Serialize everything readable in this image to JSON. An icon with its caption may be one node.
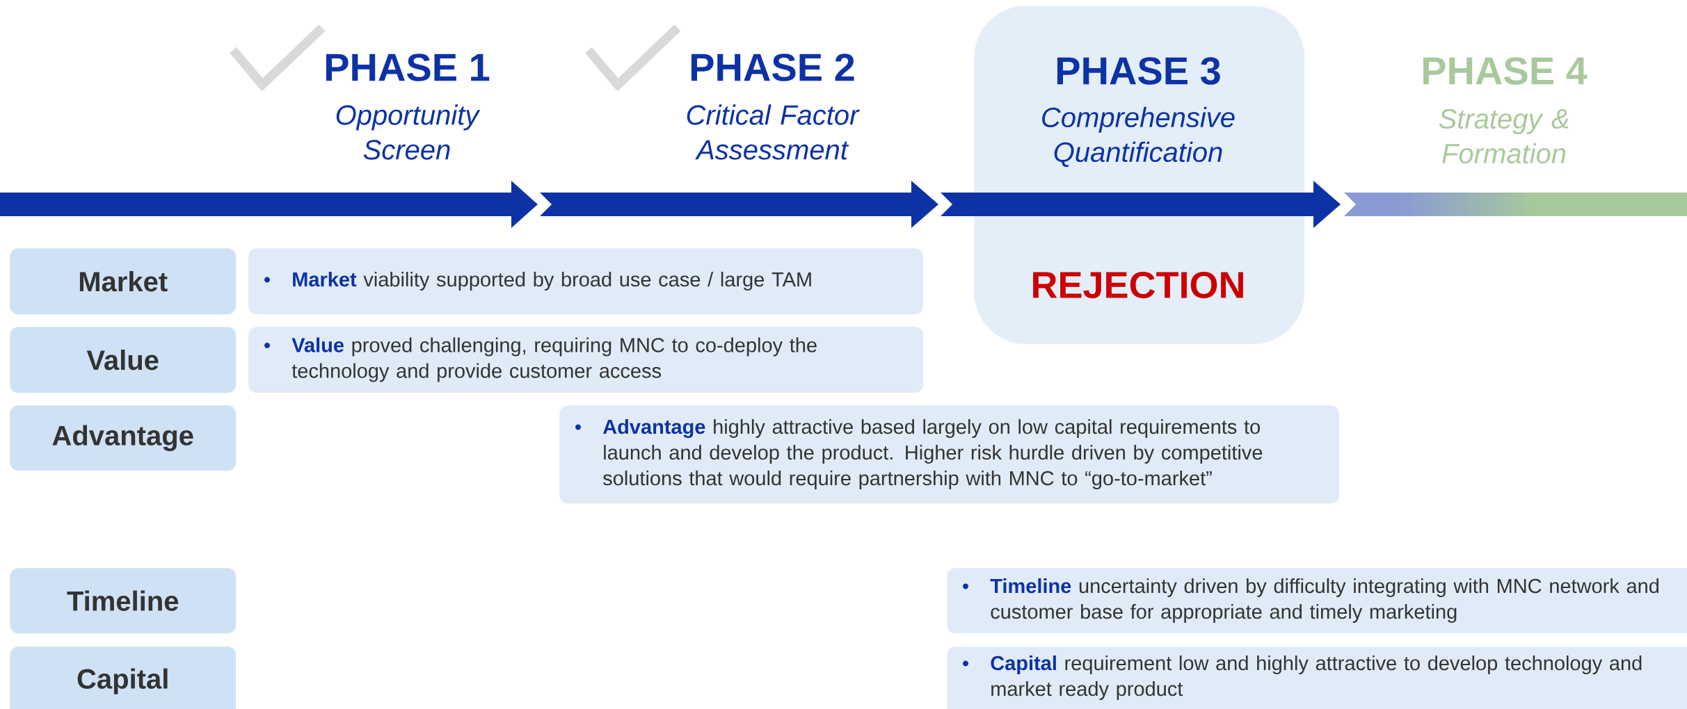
{
  "diagram": {
    "nodes": [
      {
        "text": [
          "PHASE 3",
          "Comprehensive Quantification",
          "REJECTION"
        ]
      },
      {
        "text": [
          "Market"
        ]
      },
      {
        "text": [
          "**Market** viability supported by broad use case / large TAM"
        ]
      },
      {
        "text": [
          "Value"
        ]
      },
      {
        "text": [
          "**Value** proved challenging, requiring MNC to co-deploy the technology and provide customer access"
        ]
      },
      {
        "text": [
          "Advantage"
        ]
      },
      {
        "text": [
          "**Advantage** highly attractive based largely on low capital requirements to launch and develop the product. Higher risk hurdle driven by competitive solutions that would require partnership with MNC to “go-to-market”"
        ]
      },
      {
        "text": [
          "Timeline"
        ]
      },
      {
        "text": [
          "**Timeline** uncertainty driven by difficulty integrating with MNC network and customer base for appropriate and timely marketing"
        ]
      },
      {
        "text": [
          "Capital"
        ]
      },
      {
        "text": [
          "**Capital** requirement low and highly attractive to develop technology and market ready product"
        ]
      }
    ],
    "labels": [
      "PHASE 1",
      "Opportunity Screen",
      "PHASE 2",
      "Critical Factor Assessment",
      "PHASE 4",
      "Strategy & Formation"
    ]
  }
}
